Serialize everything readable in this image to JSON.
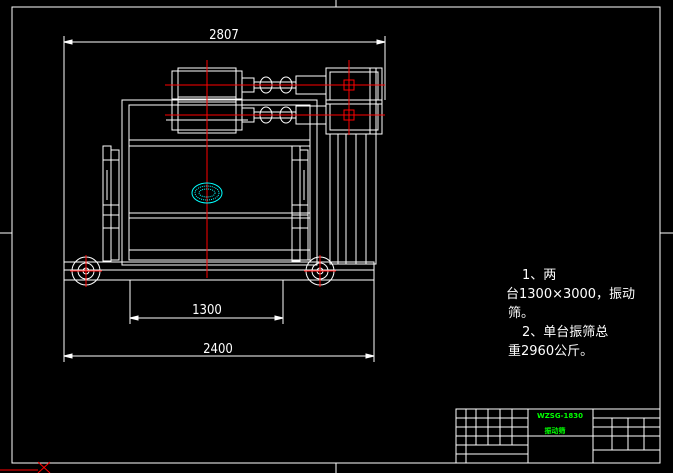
{
  "dimensions": {
    "overall_width": "2807",
    "inner_width": "1300",
    "base_width": "2400"
  },
  "notes": [
    "1、两",
    "台1300×3000，振动",
    "筛。",
    "2、单台振筛总",
    "重2960公斤。"
  ],
  "title_block": {
    "drawing_code": "WZSG-1830",
    "drawing_name": "振动筛"
  },
  "colors": {
    "background": "#000000",
    "outline": "#ffffff",
    "centerline": "#ff0000",
    "hatch": "#00ffff",
    "title_text": "#00ff00"
  }
}
